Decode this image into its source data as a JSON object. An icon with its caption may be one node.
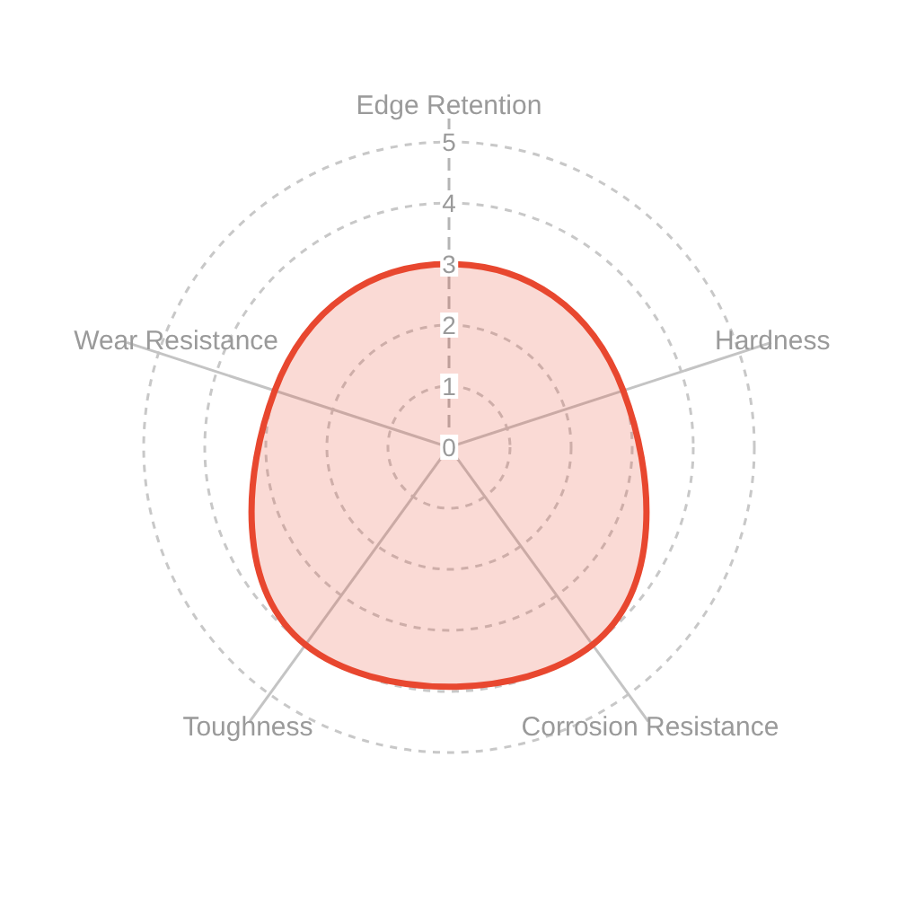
{
  "diagram": {
    "labels": [
      "Edge Retention",
      "5",
      "4",
      "3",
      "2",
      "Wear Resistance",
      "Hardness",
      "1",
      "0",
      "Toughness",
      "Corrosion Resistance"
    ]
  }
}
